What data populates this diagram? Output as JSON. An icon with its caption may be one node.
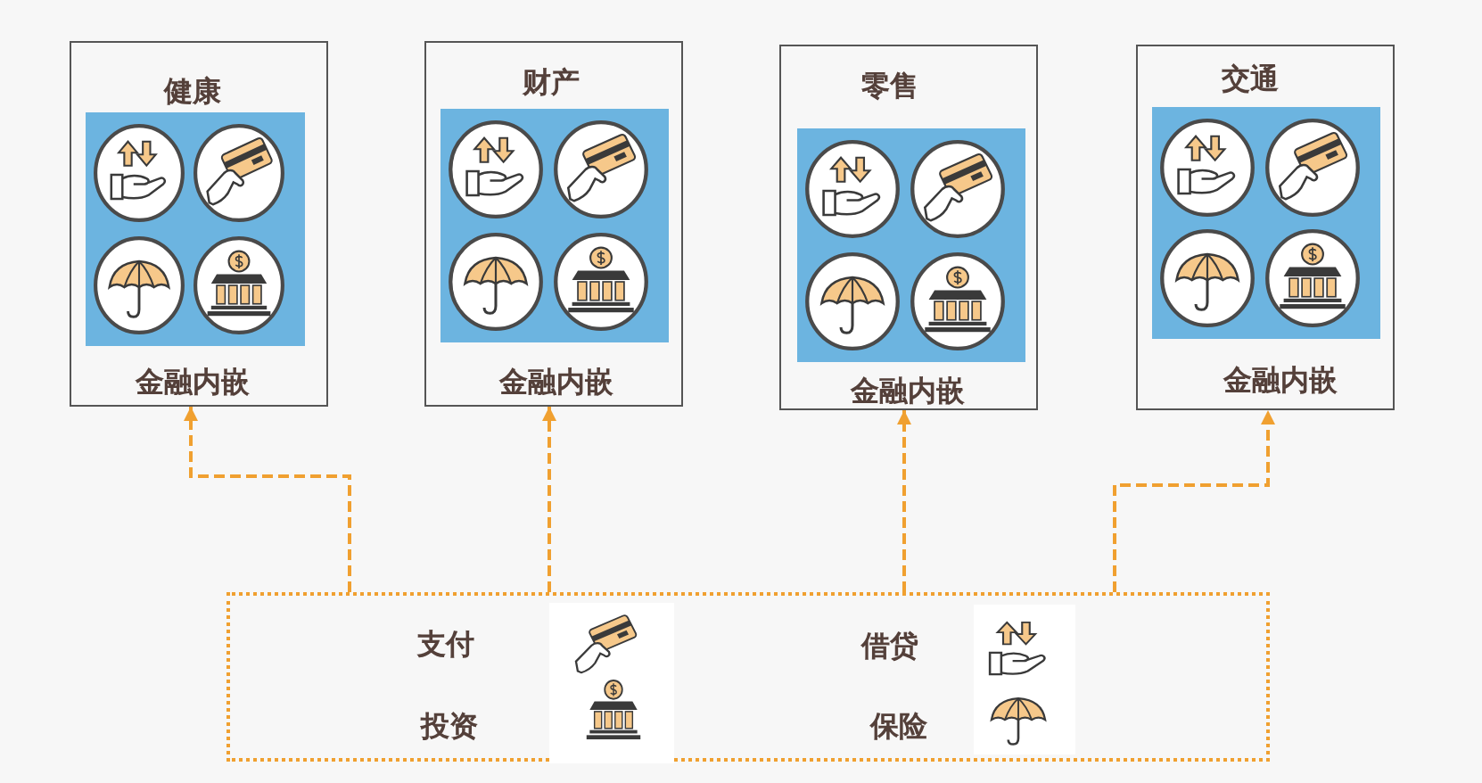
{
  "diagram": {
    "nodes": [
      {
        "text": [
          "健康",
          "金融内嵌"
        ]
      },
      {
        "text": [
          "财产",
          "金融内嵌"
        ]
      },
      {
        "text": [
          "零售",
          "金融内嵌"
        ]
      },
      {
        "text": [
          "交通",
          "金融内嵌"
        ]
      },
      {
        "text": [
          "支付",
          "投资",
          "借贷",
          "保险"
        ]
      }
    ],
    "edges": [
      {
        "from": 4,
        "to": 0,
        "arrow": "to",
        "style": "dashed"
      },
      {
        "from": 4,
        "to": 1,
        "arrow": "to",
        "style": "dashed"
      },
      {
        "from": 4,
        "to": 2,
        "arrow": "to",
        "style": "dashed"
      },
      {
        "from": 4,
        "to": 3,
        "arrow": "to",
        "style": "dashed"
      }
    ]
  }
}
